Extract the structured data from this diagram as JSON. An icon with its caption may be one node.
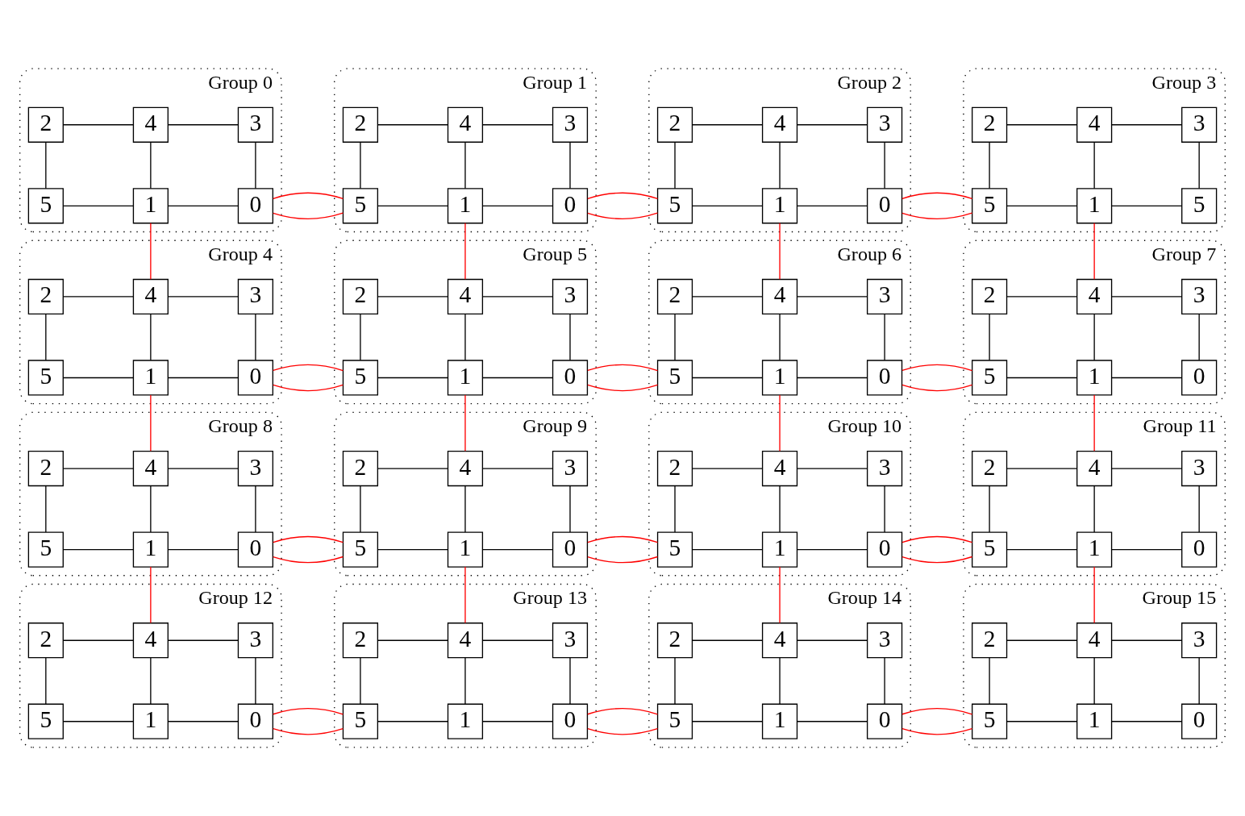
{
  "diagram": {
    "nodes": [
      {
        "text": [
          "Group 0"
        ]
      },
      {
        "text": [
          "2"
        ],
        "in": 0
      },
      {
        "text": [
          "4"
        ],
        "in": 0
      },
      {
        "text": [
          "3"
        ],
        "in": 0
      },
      {
        "text": [
          "5"
        ],
        "in": 0
      },
      {
        "text": [
          "1"
        ],
        "in": 0
      },
      {
        "text": [
          "0"
        ],
        "in": 0
      },
      {
        "text": [
          "Group 1"
        ]
      },
      {
        "text": [
          "2"
        ],
        "in": 7
      },
      {
        "text": [
          "4"
        ],
        "in": 7
      },
      {
        "text": [
          "3"
        ],
        "in": 7
      },
      {
        "text": [
          "5"
        ],
        "in": 7
      },
      {
        "text": [
          "1"
        ],
        "in": 7
      },
      {
        "text": [
          "0"
        ],
        "in": 7
      },
      {
        "text": [
          "Group 2"
        ]
      },
      {
        "text": [
          "2"
        ],
        "in": 14
      },
      {
        "text": [
          "4"
        ],
        "in": 14
      },
      {
        "text": [
          "3"
        ],
        "in": 14
      },
      {
        "text": [
          "5"
        ],
        "in": 14
      },
      {
        "text": [
          "1"
        ],
        "in": 14
      },
      {
        "text": [
          "0"
        ],
        "in": 14
      },
      {
        "text": [
          "Group 3"
        ]
      },
      {
        "text": [
          "2"
        ],
        "in": 21
      },
      {
        "text": [
          "4"
        ],
        "in": 21
      },
      {
        "text": [
          "3"
        ],
        "in": 21
      },
      {
        "text": [
          "5"
        ],
        "in": 21
      },
      {
        "text": [
          "1"
        ],
        "in": 21
      },
      {
        "text": [
          "5"
        ],
        "in": 21
      },
      {
        "text": [
          "Group 4"
        ]
      },
      {
        "text": [
          "2"
        ],
        "in": 28
      },
      {
        "text": [
          "4"
        ],
        "in": 28
      },
      {
        "text": [
          "3"
        ],
        "in": 28
      },
      {
        "text": [
          "5"
        ],
        "in": 28
      },
      {
        "text": [
          "1"
        ],
        "in": 28
      },
      {
        "text": [
          "0"
        ],
        "in": 28
      },
      {
        "text": [
          "Group 5"
        ]
      },
      {
        "text": [
          "2"
        ],
        "in": 35
      },
      {
        "text": [
          "4"
        ],
        "in": 35
      },
      {
        "text": [
          "3"
        ],
        "in": 35
      },
      {
        "text": [
          "5"
        ],
        "in": 35
      },
      {
        "text": [
          "1"
        ],
        "in": 35
      },
      {
        "text": [
          "0"
        ],
        "in": 35
      },
      {
        "text": [
          "Group 6"
        ]
      },
      {
        "text": [
          "2"
        ],
        "in": 42
      },
      {
        "text": [
          "4"
        ],
        "in": 42
      },
      {
        "text": [
          "3"
        ],
        "in": 42
      },
      {
        "text": [
          "5"
        ],
        "in": 42
      },
      {
        "text": [
          "1"
        ],
        "in": 42
      },
      {
        "text": [
          "0"
        ],
        "in": 42
      },
      {
        "text": [
          "Group 7"
        ]
      },
      {
        "text": [
          "2"
        ],
        "in": 49
      },
      {
        "text": [
          "4"
        ],
        "in": 49
      },
      {
        "text": [
          "3"
        ],
        "in": 49
      },
      {
        "text": [
          "5"
        ],
        "in": 49
      },
      {
        "text": [
          "1"
        ],
        "in": 49
      },
      {
        "text": [
          "0"
        ],
        "in": 49
      },
      {
        "text": [
          "Group 8"
        ]
      },
      {
        "text": [
          "2"
        ],
        "in": 56
      },
      {
        "text": [
          "4"
        ],
        "in": 56
      },
      {
        "text": [
          "3"
        ],
        "in": 56
      },
      {
        "text": [
          "5"
        ],
        "in": 56
      },
      {
        "text": [
          "1"
        ],
        "in": 56
      },
      {
        "text": [
          "0"
        ],
        "in": 56
      },
      {
        "text": [
          "Group 9"
        ]
      },
      {
        "text": [
          "2"
        ],
        "in": 63
      },
      {
        "text": [
          "4"
        ],
        "in": 63
      },
      {
        "text": [
          "3"
        ],
        "in": 63
      },
      {
        "text": [
          "5"
        ],
        "in": 63
      },
      {
        "text": [
          "1"
        ],
        "in": 63
      },
      {
        "text": [
          "0"
        ],
        "in": 63
      },
      {
        "text": [
          "Group 10"
        ]
      },
      {
        "text": [
          "2"
        ],
        "in": 70
      },
      {
        "text": [
          "4"
        ],
        "in": 70
      },
      {
        "text": [
          "3"
        ],
        "in": 70
      },
      {
        "text": [
          "5"
        ],
        "in": 70
      },
      {
        "text": [
          "1"
        ],
        "in": 70
      },
      {
        "text": [
          "0"
        ],
        "in": 70
      },
      {
        "text": [
          "Group 11"
        ]
      },
      {
        "text": [
          "2"
        ],
        "in": 77
      },
      {
        "text": [
          "4"
        ],
        "in": 77
      },
      {
        "text": [
          "3"
        ],
        "in": 77
      },
      {
        "text": [
          "5"
        ],
        "in": 77
      },
      {
        "text": [
          "1"
        ],
        "in": 77
      },
      {
        "text": [
          "0"
        ],
        "in": 77
      },
      {
        "text": [
          "Group 12"
        ]
      },
      {
        "text": [
          "2"
        ],
        "in": 84
      },
      {
        "text": [
          "4"
        ],
        "in": 84
      },
      {
        "text": [
          "3"
        ],
        "in": 84
      },
      {
        "text": [
          "5"
        ],
        "in": 84
      },
      {
        "text": [
          "1"
        ],
        "in": 84
      },
      {
        "text": [
          "0"
        ],
        "in": 84
      },
      {
        "text": [
          "Group 13"
        ]
      },
      {
        "text": [
          "2"
        ],
        "in": 91
      },
      {
        "text": [
          "4"
        ],
        "in": 91
      },
      {
        "text": [
          "3"
        ],
        "in": 91
      },
      {
        "text": [
          "5"
        ],
        "in": 91
      },
      {
        "text": [
          "1"
        ],
        "in": 91
      },
      {
        "text": [
          "0"
        ],
        "in": 91
      },
      {
        "text": [
          "Group 14"
        ]
      },
      {
        "text": [
          "2"
        ],
        "in": 98
      },
      {
        "text": [
          "4"
        ],
        "in": 98
      },
      {
        "text": [
          "3"
        ],
        "in": 98
      },
      {
        "text": [
          "5"
        ],
        "in": 98
      },
      {
        "text": [
          "1"
        ],
        "in": 98
      },
      {
        "text": [
          "0"
        ],
        "in": 98
      },
      {
        "text": [
          "Group 15"
        ]
      },
      {
        "text": [
          "2"
        ],
        "in": 105
      },
      {
        "text": [
          "4"
        ],
        "in": 105
      },
      {
        "text": [
          "3"
        ],
        "in": 105
      },
      {
        "text": [
          "5"
        ],
        "in": 105
      },
      {
        "text": [
          "1"
        ],
        "in": 105
      },
      {
        "text": [
          "0"
        ],
        "in": 105
      }
    ],
    "edges": [
      {
        "from": 1,
        "to": 2,
        "arrow": "none"
      },
      {
        "from": 2,
        "to": 3,
        "arrow": "none"
      },
      {
        "from": 1,
        "to": 4,
        "arrow": "none"
      },
      {
        "from": 2,
        "to": 5,
        "arrow": "none"
      },
      {
        "from": 3,
        "to": 6,
        "arrow": "none"
      },
      {
        "from": 4,
        "to": 5,
        "arrow": "none"
      },
      {
        "from": 5,
        "to": 6,
        "arrow": "none"
      },
      {
        "from": 8,
        "to": 9,
        "arrow": "none"
      },
      {
        "from": 9,
        "to": 10,
        "arrow": "none"
      },
      {
        "from": 8,
        "to": 11,
        "arrow": "none"
      },
      {
        "from": 9,
        "to": 12,
        "arrow": "none"
      },
      {
        "from": 10,
        "to": 13,
        "arrow": "none"
      },
      {
        "from": 11,
        "to": 12,
        "arrow": "none"
      },
      {
        "from": 12,
        "to": 13,
        "arrow": "none"
      },
      {
        "from": 15,
        "to": 16,
        "arrow": "none"
      },
      {
        "from": 16,
        "to": 17,
        "arrow": "none"
      },
      {
        "from": 15,
        "to": 18,
        "arrow": "none"
      },
      {
        "from": 16,
        "to": 19,
        "arrow": "none"
      },
      {
        "from": 17,
        "to": 20,
        "arrow": "none"
      },
      {
        "from": 18,
        "to": 19,
        "arrow": "none"
      },
      {
        "from": 19,
        "to": 20,
        "arrow": "none"
      },
      {
        "from": 22,
        "to": 23,
        "arrow": "none"
      },
      {
        "from": 23,
        "to": 24,
        "arrow": "none"
      },
      {
        "from": 22,
        "to": 25,
        "arrow": "none"
      },
      {
        "from": 23,
        "to": 26,
        "arrow": "none"
      },
      {
        "from": 24,
        "to": 27,
        "arrow": "none"
      },
      {
        "from": 25,
        "to": 26,
        "arrow": "none"
      },
      {
        "from": 26,
        "to": 27,
        "arrow": "none"
      },
      {
        "from": 29,
        "to": 30,
        "arrow": "none"
      },
      {
        "from": 30,
        "to": 31,
        "arrow": "none"
      },
      {
        "from": 29,
        "to": 32,
        "arrow": "none"
      },
      {
        "from": 30,
        "to": 33,
        "arrow": "none"
      },
      {
        "from": 31,
        "to": 34,
        "arrow": "none"
      },
      {
        "from": 32,
        "to": 33,
        "arrow": "none"
      },
      {
        "from": 33,
        "to": 34,
        "arrow": "none"
      },
      {
        "from": 36,
        "to": 37,
        "arrow": "none"
      },
      {
        "from": 37,
        "to": 38,
        "arrow": "none"
      },
      {
        "from": 36,
        "to": 39,
        "arrow": "none"
      },
      {
        "from": 37,
        "to": 40,
        "arrow": "none"
      },
      {
        "from": 38,
        "to": 41,
        "arrow": "none"
      },
      {
        "from": 39,
        "to": 40,
        "arrow": "none"
      },
      {
        "from": 40,
        "to": 41,
        "arrow": "none"
      },
      {
        "from": 43,
        "to": 44,
        "arrow": "none"
      },
      {
        "from": 44,
        "to": 45,
        "arrow": "none"
      },
      {
        "from": 43,
        "to": 46,
        "arrow": "none"
      },
      {
        "from": 44,
        "to": 47,
        "arrow": "none"
      },
      {
        "from": 45,
        "to": 48,
        "arrow": "none"
      },
      {
        "from": 46,
        "to": 47,
        "arrow": "none"
      },
      {
        "from": 47,
        "to": 48,
        "arrow": "none"
      },
      {
        "from": 50,
        "to": 51,
        "arrow": "none"
      },
      {
        "from": 51,
        "to": 52,
        "arrow": "none"
      },
      {
        "from": 50,
        "to": 53,
        "arrow": "none"
      },
      {
        "from": 51,
        "to": 54,
        "arrow": "none"
      },
      {
        "from": 52,
        "to": 55,
        "arrow": "none"
      },
      {
        "from": 53,
        "to": 54,
        "arrow": "none"
      },
      {
        "from": 54,
        "to": 55,
        "arrow": "none"
      },
      {
        "from": 57,
        "to": 58,
        "arrow": "none"
      },
      {
        "from": 58,
        "to": 59,
        "arrow": "none"
      },
      {
        "from": 57,
        "to": 60,
        "arrow": "none"
      },
      {
        "from": 58,
        "to": 61,
        "arrow": "none"
      },
      {
        "from": 59,
        "to": 62,
        "arrow": "none"
      },
      {
        "from": 60,
        "to": 61,
        "arrow": "none"
      },
      {
        "from": 61,
        "to": 62,
        "arrow": "none"
      },
      {
        "from": 64,
        "to": 65,
        "arrow": "none"
      },
      {
        "from": 65,
        "to": 66,
        "arrow": "none"
      },
      {
        "from": 64,
        "to": 67,
        "arrow": "none"
      },
      {
        "from": 65,
        "to": 68,
        "arrow": "none"
      },
      {
        "from": 66,
        "to": 69,
        "arrow": "none"
      },
      {
        "from": 67,
        "to": 68,
        "arrow": "none"
      },
      {
        "from": 68,
        "to": 69,
        "arrow": "none"
      },
      {
        "from": 71,
        "to": 72,
        "arrow": "none"
      },
      {
        "from": 72,
        "to": 73,
        "arrow": "none"
      },
      {
        "from": 71,
        "to": 74,
        "arrow": "none"
      },
      {
        "from": 72,
        "to": 75,
        "arrow": "none"
      },
      {
        "from": 73,
        "to": 76,
        "arrow": "none"
      },
      {
        "from": 74,
        "to": 75,
        "arrow": "none"
      },
      {
        "from": 75,
        "to": 76,
        "arrow": "none"
      },
      {
        "from": 78,
        "to": 79,
        "arrow": "none"
      },
      {
        "from": 79,
        "to": 80,
        "arrow": "none"
      },
      {
        "from": 78,
        "to": 81,
        "arrow": "none"
      },
      {
        "from": 79,
        "to": 82,
        "arrow": "none"
      },
      {
        "from": 80,
        "to": 83,
        "arrow": "none"
      },
      {
        "from": 81,
        "to": 82,
        "arrow": "none"
      },
      {
        "from": 82,
        "to": 83,
        "arrow": "none"
      },
      {
        "from": 85,
        "to": 86,
        "arrow": "none"
      },
      {
        "from": 86,
        "to": 87,
        "arrow": "none"
      },
      {
        "from": 85,
        "to": 88,
        "arrow": "none"
      },
      {
        "from": 86,
        "to": 89,
        "arrow": "none"
      },
      {
        "from": 87,
        "to": 90,
        "arrow": "none"
      },
      {
        "from": 88,
        "to": 89,
        "arrow": "none"
      },
      {
        "from": 89,
        "to": 90,
        "arrow": "none"
      },
      {
        "from": 92,
        "to": 93,
        "arrow": "none"
      },
      {
        "from": 93,
        "to": 94,
        "arrow": "none"
      },
      {
        "from": 92,
        "to": 95,
        "arrow": "none"
      },
      {
        "from": 93,
        "to": 96,
        "arrow": "none"
      },
      {
        "from": 94,
        "to": 97,
        "arrow": "none"
      },
      {
        "from": 95,
        "to": 96,
        "arrow": "none"
      },
      {
        "from": 96,
        "to": 97,
        "arrow": "none"
      },
      {
        "from": 99,
        "to": 100,
        "arrow": "none"
      },
      {
        "from": 100,
        "to": 101,
        "arrow": "none"
      },
      {
        "from": 99,
        "to": 102,
        "arrow": "none"
      },
      {
        "from": 100,
        "to": 103,
        "arrow": "none"
      },
      {
        "from": 101,
        "to": 104,
        "arrow": "none"
      },
      {
        "from": 102,
        "to": 103,
        "arrow": "none"
      },
      {
        "from": 103,
        "to": 104,
        "arrow": "none"
      },
      {
        "from": 106,
        "to": 107,
        "arrow": "none"
      },
      {
        "from": 107,
        "to": 108,
        "arrow": "none"
      },
      {
        "from": 106,
        "to": 109,
        "arrow": "none"
      },
      {
        "from": 107,
        "to": 110,
        "arrow": "none"
      },
      {
        "from": 108,
        "to": 111,
        "arrow": "none"
      },
      {
        "from": 109,
        "to": 110,
        "arrow": "none"
      },
      {
        "from": 110,
        "to": 111,
        "arrow": "none"
      },
      {
        "from": 6,
        "to": 11,
        "arrow": "none",
        "color": "#ff0000"
      },
      {
        "from": 13,
        "to": 18,
        "arrow": "none",
        "color": "#ff0000"
      },
      {
        "from": 20,
        "to": 25,
        "arrow": "none",
        "color": "#ff0000"
      },
      {
        "from": 34,
        "to": 39,
        "arrow": "none",
        "color": "#ff0000"
      },
      {
        "from": 41,
        "to": 46,
        "arrow": "none",
        "color": "#ff0000"
      },
      {
        "from": 48,
        "to": 53,
        "arrow": "none",
        "color": "#ff0000"
      },
      {
        "from": 62,
        "to": 67,
        "arrow": "none",
        "color": "#ff0000"
      },
      {
        "from": 69,
        "to": 74,
        "arrow": "none",
        "color": "#ff0000"
      },
      {
        "from": 76,
        "to": 81,
        "arrow": "none",
        "color": "#ff0000"
      },
      {
        "from": 90,
        "to": 95,
        "arrow": "none",
        "color": "#ff0000"
      },
      {
        "from": 97,
        "to": 102,
        "arrow": "none",
        "color": "#ff0000"
      },
      {
        "from": 104,
        "to": 109,
        "arrow": "none",
        "color": "#ff0000"
      },
      {
        "from": 5,
        "to": 30,
        "arrow": "none",
        "color": "#ff0000"
      },
      {
        "from": 12,
        "to": 37,
        "arrow": "none",
        "color": "#ff0000"
      },
      {
        "from": 19,
        "to": 44,
        "arrow": "none",
        "color": "#ff0000"
      },
      {
        "from": 26,
        "to": 51,
        "arrow": "none",
        "color": "#ff0000"
      },
      {
        "from": 33,
        "to": 58,
        "arrow": "none",
        "color": "#ff0000"
      },
      {
        "from": 40,
        "to": 65,
        "arrow": "none",
        "color": "#ff0000"
      },
      {
        "from": 47,
        "to": 72,
        "arrow": "none",
        "color": "#ff0000"
      },
      {
        "from": 54,
        "to": 79,
        "arrow": "none",
        "color": "#ff0000"
      },
      {
        "from": 61,
        "to": 86,
        "arrow": "none",
        "color": "#ff0000"
      },
      {
        "from": 68,
        "to": 93,
        "arrow": "none",
        "color": "#ff0000"
      },
      {
        "from": 75,
        "to": 100,
        "arrow": "none",
        "color": "#ff0000"
      },
      {
        "from": 82,
        "to": 107,
        "arrow": "none",
        "color": "#ff0000"
      }
    ]
  }
}
